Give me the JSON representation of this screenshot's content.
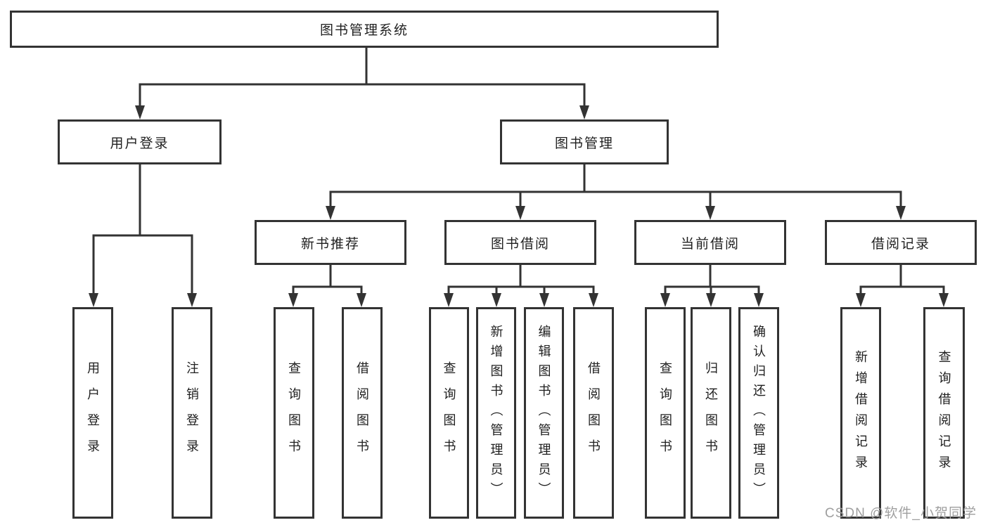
{
  "diagram": {
    "type": "function-structure-tree",
    "root": {
      "label": "图书管理系统"
    },
    "level1": [
      {
        "id": "user-login",
        "label": "用户登录"
      },
      {
        "id": "book-management",
        "label": "图书管理"
      }
    ],
    "level2": [
      {
        "id": "new-book-recommend",
        "parent": "book-management",
        "label": "新书推荐"
      },
      {
        "id": "book-borrow",
        "parent": "book-management",
        "label": "图书借阅"
      },
      {
        "id": "current-borrow",
        "parent": "book-management",
        "label": "当前借阅"
      },
      {
        "id": "borrow-records",
        "parent": "book-management",
        "label": "借阅记录"
      }
    ],
    "leaves": [
      {
        "parent": "user-login",
        "label": "用户登录"
      },
      {
        "parent": "user-login",
        "label": "注销登录"
      },
      {
        "parent": "new-book-recommend",
        "label": "查询图书"
      },
      {
        "parent": "new-book-recommend",
        "label": "借阅图书"
      },
      {
        "parent": "book-borrow",
        "label": "查询图书"
      },
      {
        "parent": "book-borrow",
        "label": "新增图书（管理员）"
      },
      {
        "parent": "book-borrow",
        "label": "编辑图书（管理员）"
      },
      {
        "parent": "book-borrow",
        "label": "借阅图书"
      },
      {
        "parent": "current-borrow",
        "label": "查询图书"
      },
      {
        "parent": "current-borrow",
        "label": "归还图书"
      },
      {
        "parent": "current-borrow",
        "label": "确认归还（管理员）"
      },
      {
        "parent": "borrow-records",
        "label": "新增借阅记录"
      },
      {
        "parent": "borrow-records",
        "label": "查询借阅记录"
      }
    ]
  },
  "watermark": {
    "text": "CSDN @软件_小贺同学"
  },
  "colors": {
    "line": "#333333",
    "box_border": "#333333",
    "text": "#1f1f1f",
    "watermark": "#9f9f9f",
    "background": "#ffffff"
  }
}
